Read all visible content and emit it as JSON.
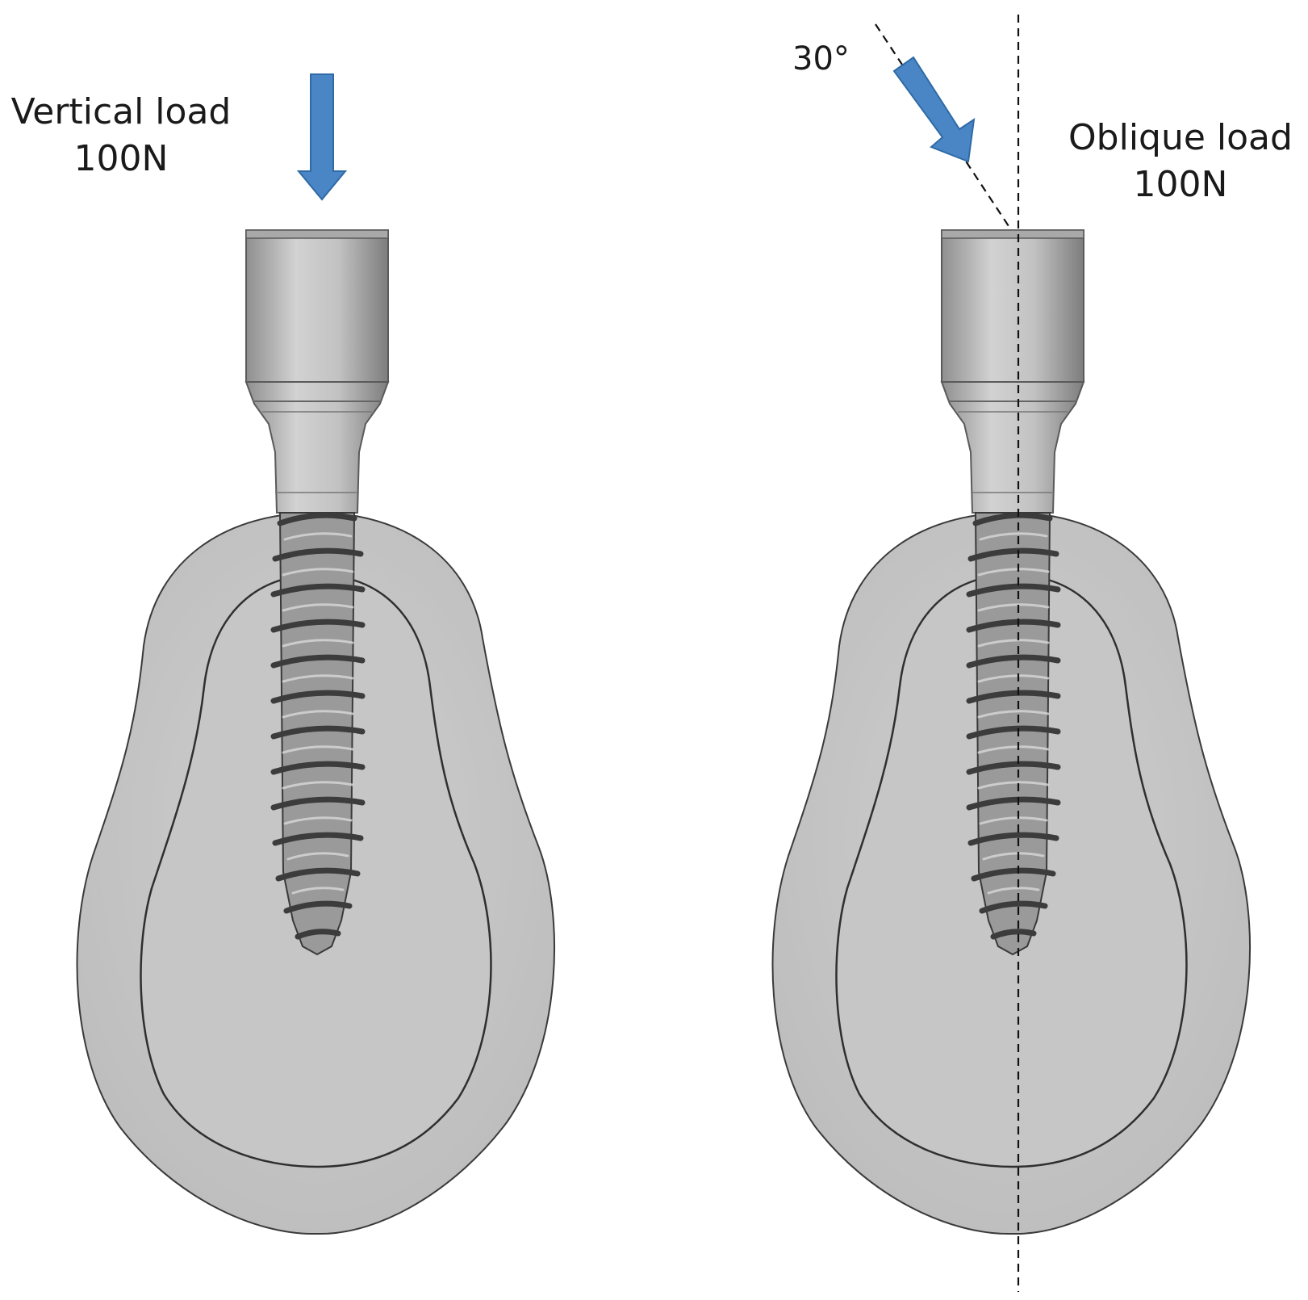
{
  "left_model": {
    "load_name": "Vertical load",
    "load_value": "100N"
  },
  "right_model": {
    "load_name": "Oblique load",
    "load_value": "100N",
    "angle": "30°"
  },
  "colors": {
    "arrow": "#4a86c5",
    "bone_outer": "#c4c4c4",
    "outline": "#3a3a3a",
    "metal": "#b8b8b8",
    "thread": "#444444"
  }
}
